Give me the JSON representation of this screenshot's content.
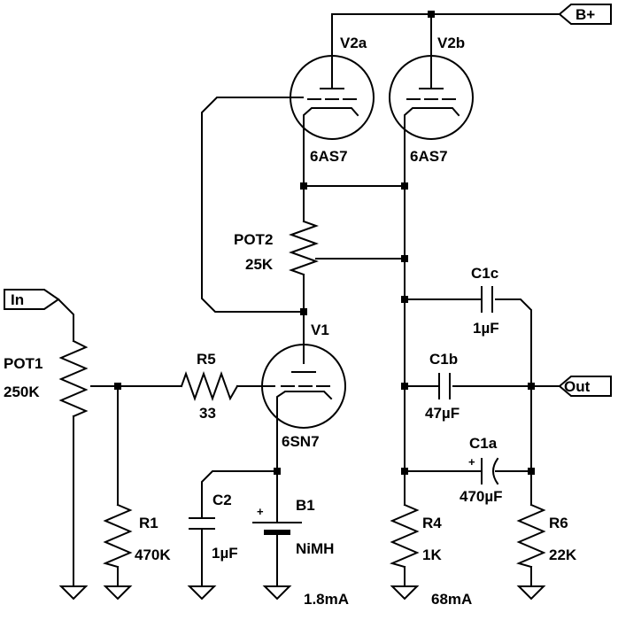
{
  "labels": {
    "bplus": "B+",
    "in": "In",
    "out": "Out",
    "v2a": "V2a",
    "v2b": "V2b",
    "v2a_type": "6AS7",
    "v2b_type": "6AS7",
    "v1": "V1",
    "v1_type": "6SN7",
    "pot2": "POT2",
    "pot2_val": "25K",
    "pot1": "POT1",
    "pot1_val": "250K",
    "r5": "R5",
    "r5_val": "33",
    "r1": "R1",
    "r1_val": "470K",
    "c2": "C2",
    "c2_val": "1µF",
    "b1": "B1",
    "b1_val": "NiMH",
    "r4": "R4",
    "r4_val": "1K",
    "r6": "R6",
    "r6_val": "22K",
    "c1c": "C1c",
    "c1c_val": "1µF",
    "c1b": "C1b",
    "c1b_val": "47µF",
    "c1a": "C1a",
    "c1a_val": "470µF",
    "current_v1": "1.8mA",
    "current_v2": "68mA",
    "plus": "+"
  }
}
